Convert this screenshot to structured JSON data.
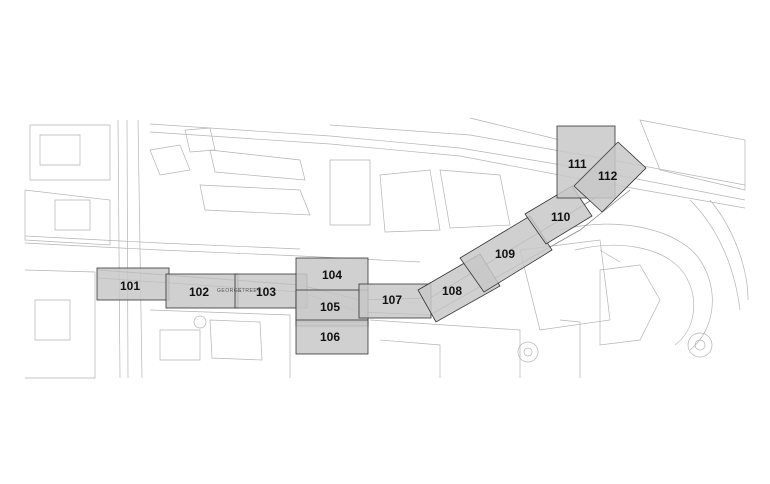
{
  "map": {
    "tiles": [
      {
        "id": "101"
      },
      {
        "id": "102"
      },
      {
        "id": "103"
      },
      {
        "id": "104"
      },
      {
        "id": "105"
      },
      {
        "id": "106"
      },
      {
        "id": "107"
      },
      {
        "id": "108"
      },
      {
        "id": "109"
      },
      {
        "id": "110"
      },
      {
        "id": "111"
      },
      {
        "id": "112"
      }
    ],
    "street_labels": [
      "GEORGE",
      "STREET"
    ],
    "colors": {
      "tile_fill": "#c8c8c8",
      "tile_stroke": "#333333",
      "line": "#b4b4b4",
      "background": "#ffffff"
    }
  }
}
